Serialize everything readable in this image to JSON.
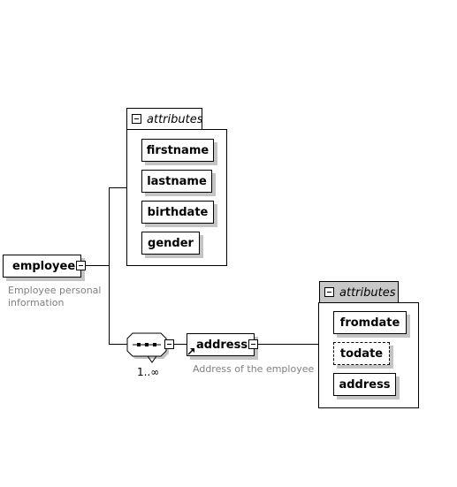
{
  "root": {
    "name": "employee",
    "documentation": [
      "Employee personal",
      "information"
    ],
    "attributes": {
      "title": "attributes",
      "items": [
        "firstname",
        "lastname",
        "birthdate",
        "gender"
      ]
    }
  },
  "sequence": {
    "cardinality": "1..∞"
  },
  "child": {
    "name": "address",
    "documentation": "Address of the employee",
    "attributes": {
      "title": "attributes",
      "items": [
        {
          "name": "fromdate",
          "optional": false
        },
        {
          "name": "todate",
          "optional": true
        },
        {
          "name": "address",
          "optional": false
        }
      ]
    }
  },
  "colors": {
    "border": "#000000",
    "shadow": "#c4c4c4",
    "annotation": "#808080",
    "attributes_tab_shaded": "#c8c8c8"
  }
}
